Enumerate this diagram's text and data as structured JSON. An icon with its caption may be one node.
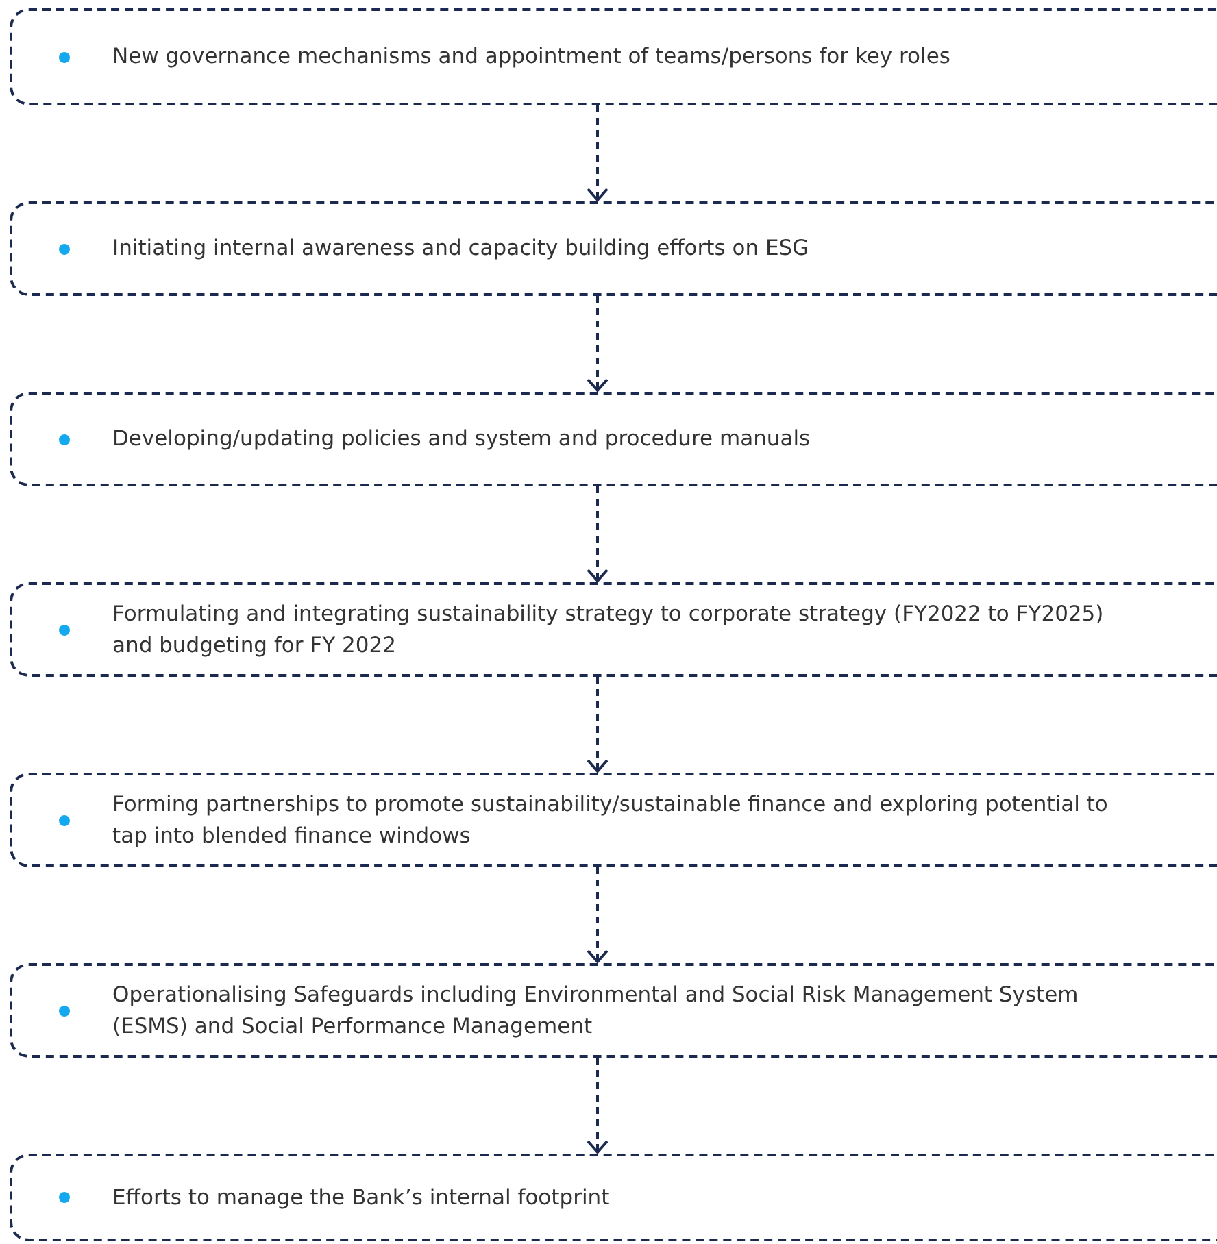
{
  "diagram": {
    "nodes": [
      {
        "text": [
          "New governance mechanisms and appointment of teams/persons for key roles"
        ]
      },
      {
        "text": [
          "Initiating internal awareness and capacity building efforts on ESG"
        ]
      },
      {
        "text": [
          "Developing/updating policies and system and procedure manuals"
        ]
      },
      {
        "text": [
          "Formulating and integrating sustainability strategy to corporate strategy (FY2022 to FY2025) and budgeting for FY 2022"
        ]
      },
      {
        "text": [
          "Forming partnerships to promote sustainability/sustainable finance and exploring potential to tap into blended finance windows"
        ]
      },
      {
        "text": [
          "Operationalising Safeguards including Environmental and Social Risk Management System (ESMS) and Social Performance Management"
        ]
      },
      {
        "text": [
          "Efforts to manage the Bank’s internal footprint"
        ]
      }
    ],
    "edges": [
      {
        "from": 0,
        "to": 1,
        "arrow": "to",
        "style": "dashed"
      },
      {
        "from": 1,
        "to": 2,
        "arrow": "to",
        "style": "dashed"
      },
      {
        "from": 2,
        "to": 3,
        "arrow": "to",
        "style": "dashed"
      },
      {
        "from": 3,
        "to": 4,
        "arrow": "to",
        "style": "dashed"
      },
      {
        "from": 4,
        "to": 5,
        "arrow": "to",
        "style": "dashed"
      },
      {
        "from": 5,
        "to": 6,
        "arrow": "to",
        "style": "dashed"
      }
    ]
  }
}
